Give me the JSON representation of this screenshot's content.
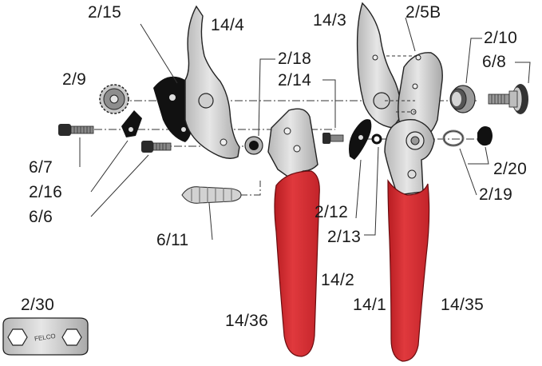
{
  "labels": {
    "l_2_15": "2/15",
    "l_14_4": "14/4",
    "l_14_3": "14/3",
    "l_2_5B": "2/5B",
    "l_2_10": "2/10",
    "l_6_8": "6/8",
    "l_2_18": "2/18",
    "l_2_14": "2/14",
    "l_2_9": "2/9",
    "l_6_7": "6/7",
    "l_2_16": "2/16",
    "l_6_6": "6/6",
    "l_6_11": "6/11",
    "l_2_12": "2/12",
    "l_2_13": "2/13",
    "l_2_20": "2/20",
    "l_2_19": "2/19",
    "l_14_2": "14/2",
    "l_14_1": "14/1",
    "l_14_35": "14/35",
    "l_14_36": "14/36",
    "l_2_30": "2/30"
  },
  "wrench_engraving": "FELCO",
  "colors": {
    "handle_red": "#d8262b",
    "metal_light": "#d9d9d9",
    "metal_mid": "#a8a8a8",
    "outline": "#222222",
    "black_part": "#111111"
  }
}
